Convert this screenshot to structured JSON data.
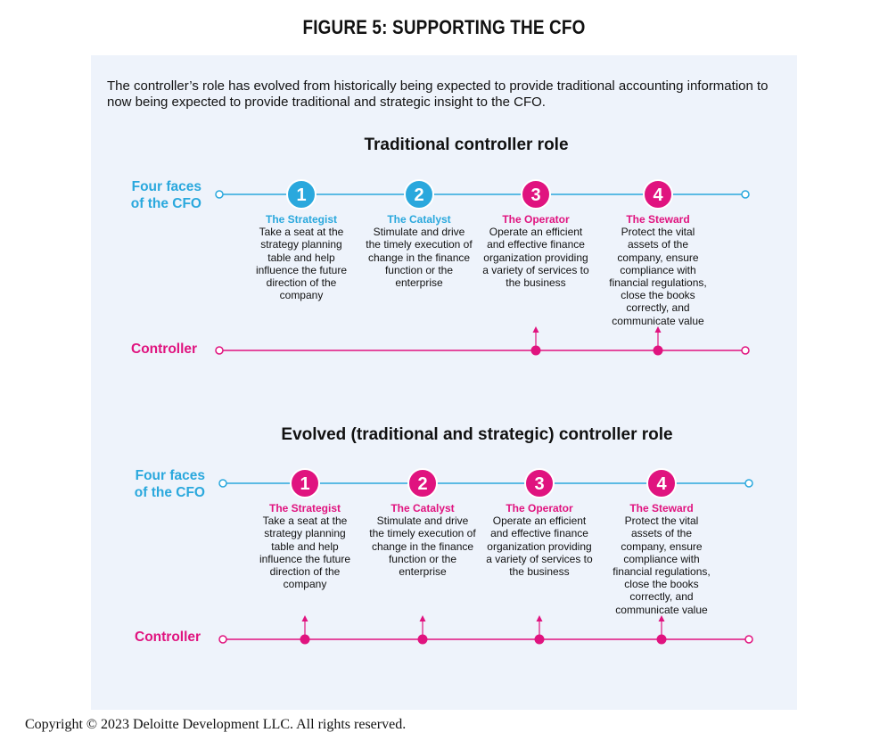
{
  "figure_title": "FIGURE 5: SUPPORTING THE CFO",
  "intro_text": "The controller’s role has evolved from historically being expected to provide traditional accounting information to now being expected to provide traditional and strategic insight to the CFO.",
  "cfo_label": {
    "line1": "Four faces",
    "line2": "of the CFO"
  },
  "controller_label": "Controller",
  "colors": {
    "cfo_blue": "#2aa8dd",
    "controller_pink": "#e0137f",
    "panel_bg": "#eef3fb"
  },
  "sections": [
    {
      "title": "Traditional controller role",
      "faces": [
        {
          "number": "1",
          "name": "The Strategist",
          "desc": "Take a seat at the strategy planning table and help influence the future direction of the company",
          "highlight": false,
          "controller_supports": false
        },
        {
          "number": "2",
          "name": "The Catalyst",
          "desc": "Stimulate and drive the timely execution of change in the finance function or the enterprise",
          "highlight": false,
          "controller_supports": false
        },
        {
          "number": "3",
          "name": "The Operator",
          "desc": "Operate an efficient and effective finance organization providing a variety of services to the business",
          "highlight": true,
          "controller_supports": true
        },
        {
          "number": "4",
          "name": "The Steward",
          "desc": "Protect the vital assets of the company, ensure compliance with financial regulations, close the books correctly, and communicate value",
          "highlight": true,
          "controller_supports": true
        }
      ]
    },
    {
      "title": "Evolved (traditional and strategic) controller role",
      "faces": [
        {
          "number": "1",
          "name": "The Strategist",
          "desc": "Take a seat at the strategy planning table and help influence the future direction of the company",
          "highlight": true,
          "controller_supports": true
        },
        {
          "number": "2",
          "name": "The Catalyst",
          "desc": "Stimulate and drive the timely execution of change in the finance function or the enterprise",
          "highlight": true,
          "controller_supports": true
        },
        {
          "number": "3",
          "name": "The Operator",
          "desc": "Operate an efficient and effective finance organization providing a variety of services to the business",
          "highlight": true,
          "controller_supports": true
        },
        {
          "number": "4",
          "name": "The Steward",
          "desc": "Protect the vital assets of the company, ensure compliance with financial regulations, close the books correctly, and communicate value",
          "highlight": true,
          "controller_supports": true
        }
      ]
    }
  ],
  "copyright": "Copyright © 2023 Deloitte Development LLC. All rights reserved."
}
